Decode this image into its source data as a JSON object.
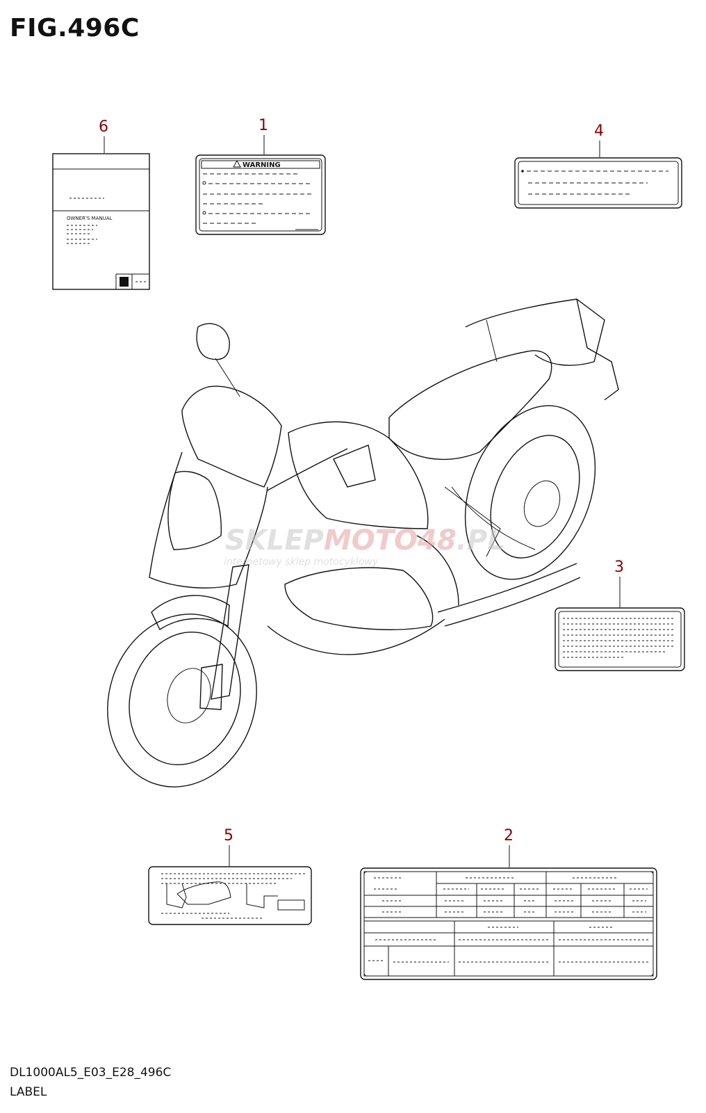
{
  "figure": {
    "title": "FIG.496C",
    "footer_code": "DL1000AL5_E03_E28_496C",
    "footer_label": "LABEL"
  },
  "callouts": [
    {
      "id": "6",
      "label": "6"
    },
    {
      "id": "1",
      "label": "1"
    },
    {
      "id": "4",
      "label": "4"
    },
    {
      "id": "3",
      "label": "3"
    },
    {
      "id": "5",
      "label": "5"
    },
    {
      "id": "2",
      "label": "2"
    }
  ],
  "manual": {
    "title_text": "OWNER'S MANUAL"
  },
  "warning_label": {
    "heading": "WARNING"
  },
  "watermark": {
    "brand_a": "SKLEP",
    "brand_b": "MOTO",
    "brand_c": "48",
    "brand_d": ".PL",
    "tagline": "internetowy sklep motocyklowy"
  },
  "colors": {
    "callout": "#8b0000",
    "line": "#111111",
    "watermark_grey": "#c8c8c8",
    "watermark_red": "#e8a0a0"
  }
}
